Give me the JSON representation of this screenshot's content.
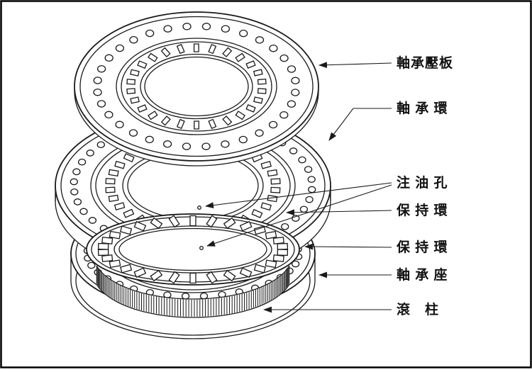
{
  "colors": {
    "line": "#1a1a1a",
    "background": "#ffffff"
  },
  "labels": [
    {
      "id": "bearing-pressure-plate",
      "text": "軸承壓板"
    },
    {
      "id": "bearing-ring",
      "text": "軸 承 環"
    },
    {
      "id": "oil-injection-hole",
      "text": "注 油 孔"
    },
    {
      "id": "retaining-ring-upper",
      "text": "保 持 環"
    },
    {
      "id": "retaining-ring-lower",
      "text": "保 持 環"
    },
    {
      "id": "bearing-seat",
      "text": "軸 承 座"
    },
    {
      "id": "rollers",
      "text": "滾　柱"
    }
  ]
}
